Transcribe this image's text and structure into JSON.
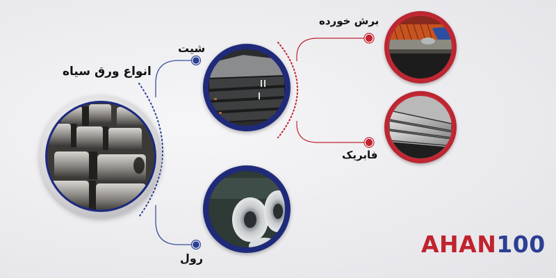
{
  "title": "انواع ورق سیاه",
  "branches": [
    {
      "id": "sheet",
      "label": "شیت",
      "image": "stacked-steel-sheets",
      "ring_color": "#1f2a7a",
      "children": [
        {
          "id": "cut",
          "label": "برش خورده",
          "image": "sheet-cutting-machine",
          "ring_color": "#b51f2b"
        },
        {
          "id": "factory",
          "label": "فابریک",
          "image": "factory-steel-sheets",
          "ring_color": "#b51f2b"
        }
      ]
    },
    {
      "id": "roll",
      "label": "رول",
      "image": "steel-coils",
      "ring_color": "#1f2a7a"
    }
  ],
  "main_image": "black-steel-coils",
  "colors": {
    "blue_accent": "#2b3f93",
    "blue_ring": "#1f2a7a",
    "red_accent": "#c0232e",
    "silver_ring": "#c9c9cc",
    "background": "#ececef"
  },
  "logo": {
    "part1": "AHAN",
    "part2": "100",
    "part1_color": "#c0232e",
    "part2_color": "#2b3f93"
  }
}
